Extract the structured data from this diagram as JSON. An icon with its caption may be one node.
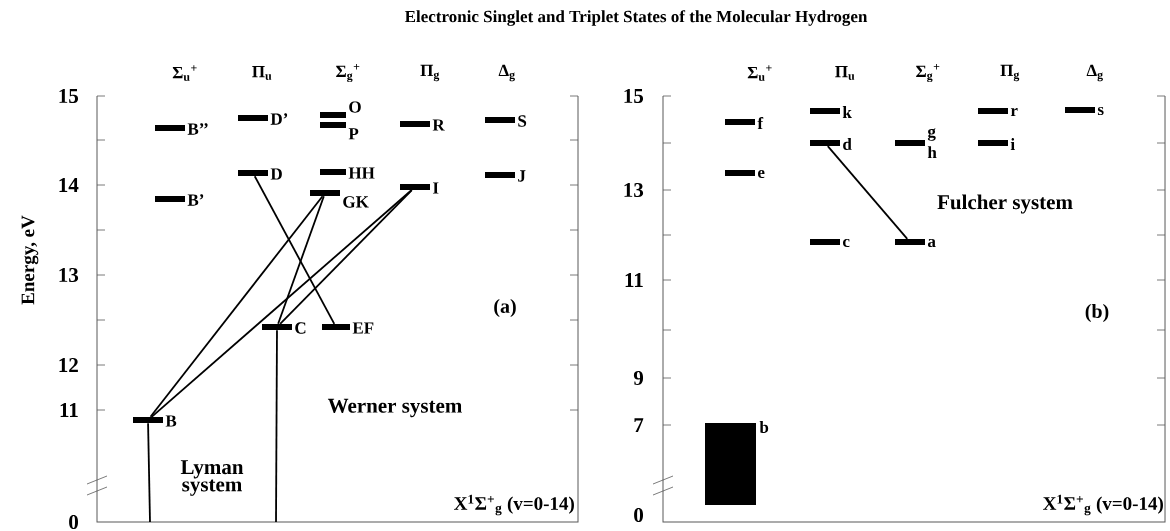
{
  "diagram": {
    "title": "Electronic Singlet and Triplet States of the Molecular Hydrogen",
    "nodes": [
      {
        "text": [
          "B’’"
        ]
      },
      {
        "text": [
          "D’"
        ]
      },
      {
        "text": [
          "O"
        ]
      },
      {
        "text": [
          "P"
        ]
      },
      {
        "text": [
          "R"
        ]
      },
      {
        "text": [
          "S"
        ]
      },
      {
        "text": [
          "D"
        ]
      },
      {
        "text": [
          "HH"
        ]
      },
      {
        "text": [
          "J"
        ]
      },
      {
        "text": [
          "B’"
        ]
      },
      {
        "text": [
          "GK"
        ]
      },
      {
        "text": [
          "I"
        ]
      },
      {
        "text": [
          "C"
        ]
      },
      {
        "text": [
          "EF"
        ]
      },
      {
        "text": [
          "B"
        ]
      },
      {
        "text": [
          "f"
        ]
      },
      {
        "text": [
          "k"
        ]
      },
      {
        "text": [
          "r"
        ]
      },
      {
        "text": [
          "s"
        ]
      },
      {
        "text": [
          "d"
        ]
      },
      {
        "text": [
          "g",
          "h"
        ]
      },
      {
        "text": [
          "i"
        ]
      },
      {
        "text": [
          "e"
        ]
      },
      {
        "text": [
          "c"
        ]
      },
      {
        "text": [
          "a"
        ]
      },
      {
        "text": [
          "b"
        ]
      }
    ],
    "edges": [
      {
        "from": 6,
        "to": 13,
        "arrow": "none"
      },
      {
        "from": 10,
        "to": 14,
        "arrow": "none"
      },
      {
        "from": 10,
        "to": 12,
        "arrow": "none"
      },
      {
        "from": 11,
        "to": 14,
        "arrow": "none"
      },
      {
        "from": 11,
        "to": 12,
        "arrow": "none"
      },
      {
        "from": 14,
        "to": null,
        "arrow": "none"
      },
      {
        "from": 12,
        "to": null,
        "arrow": "none"
      },
      {
        "from": 19,
        "to": 24,
        "arrow": "none"
      }
    ],
    "labels": [
      "Σ$_{u}$$^{+}$",
      "Π$_{u}$",
      "Σ$_{g}$$^{+}$",
      "Π$_{g}$",
      "Δ$_{g}$",
      "Σ$_{u}$$^{+}$",
      "Π$_{u}$",
      "Σ$_{g}$$^{+}$",
      "Π$_{g}$",
      "Δ$_{g}$",
      "15",
      "14",
      "13",
      "12",
      "11",
      "0",
      "15",
      "13",
      "11",
      "9",
      "7",
      "0",
      "Energy, eV",
      "(a)",
      "Lyman system",
      "Werner system",
      "X$^{1}$Σ$^{+}$$_{g}$ (v=0-14)",
      "(b)",
      "Fulcher system",
      "X$^{1}$Σ$^{+}$$_{g}$ (v=0-14)"
    ]
  }
}
